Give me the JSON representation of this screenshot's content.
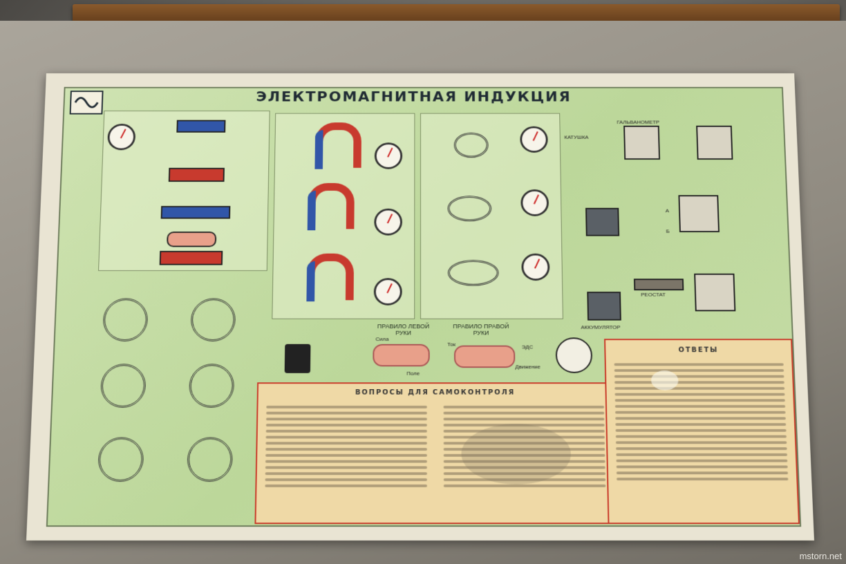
{
  "poster": {
    "title": "ЭЛЕКТРОМАГНИТНАЯ ИНДУКЦИЯ",
    "left_hand_rule": "ПРАВИЛО ЛЕВОЙ РУКИ",
    "right_hand_rule": "ПРАВИЛО ПРАВОЙ РУКИ",
    "quiz_heading": "ВОПРОСЫ ДЛЯ САМОКОНТРОЛЯ",
    "answers_heading": "ОТВЕТЫ",
    "labels": {
      "galvanometer": "ГАЛЬВАНОМЕТР",
      "coil": "КАТУШКА",
      "rheostat": "РЕОСТАТ",
      "accumulator": "АККУМУЛЯТОР",
      "field": "Поле",
      "current": "Ток",
      "force": "Сила",
      "motion": "Движение",
      "emf": "ЭДС",
      "a": "А",
      "b": "Б"
    }
  },
  "watermark": "mstorn.net"
}
